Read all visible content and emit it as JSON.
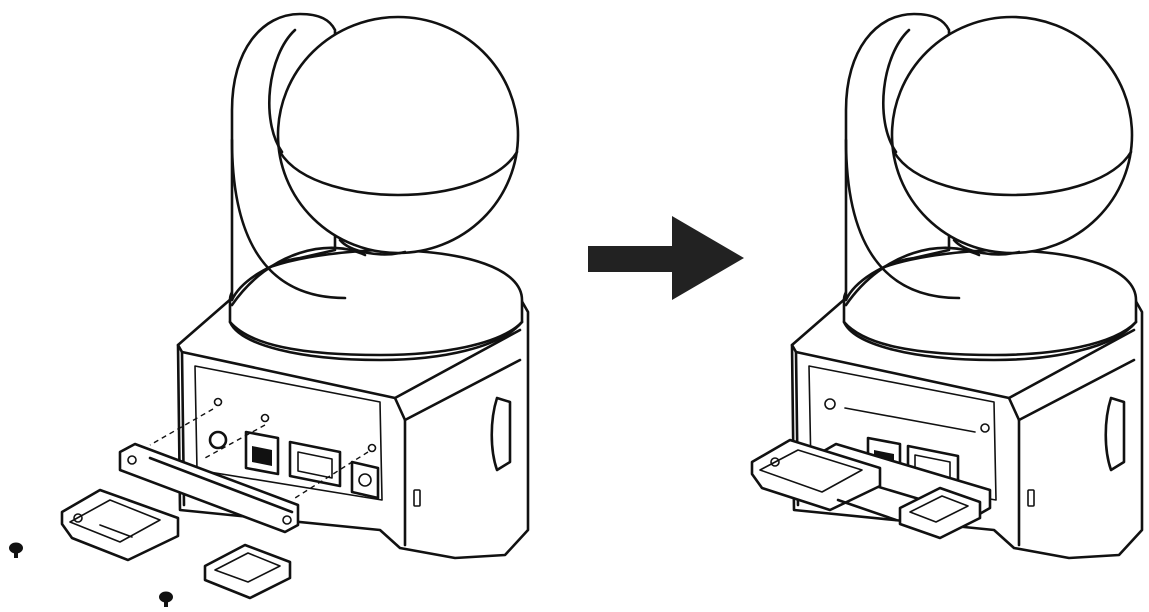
{
  "figure": {
    "panels": [
      "before-installation",
      "after-installation"
    ],
    "colors": {
      "line": "#111111",
      "background": "#ffffff",
      "arrow": "#222222"
    },
    "arrow_direction": "right"
  }
}
